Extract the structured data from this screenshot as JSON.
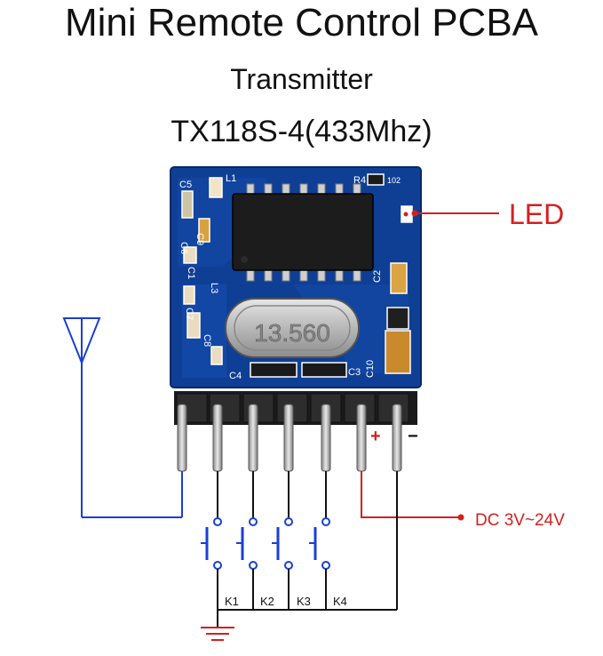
{
  "header": {
    "title": "Mini Remote Control PCBA",
    "subtitle": "Transmitter",
    "model": "TX118S-4(433Mhz)"
  },
  "pcb": {
    "silkscreen": [
      "C5",
      "L1",
      "R4",
      "102",
      "C6",
      "C9",
      "C1",
      "L3",
      "C7",
      "C8",
      "C4",
      "C3",
      "C10",
      "C2"
    ],
    "crystal_label": "13.560"
  },
  "callouts": {
    "led": "LED",
    "dc": "DC 3V~24V",
    "plus": "+",
    "minus": "−"
  },
  "keys": [
    "K1",
    "K2",
    "K3",
    "K4"
  ],
  "colors": {
    "pcb": "#0e3a8a",
    "antenna_wire": "#1a3fd6",
    "power_wire": "#d41f1f",
    "switch": "#1a3fd6",
    "ground": "#d41f1f"
  }
}
